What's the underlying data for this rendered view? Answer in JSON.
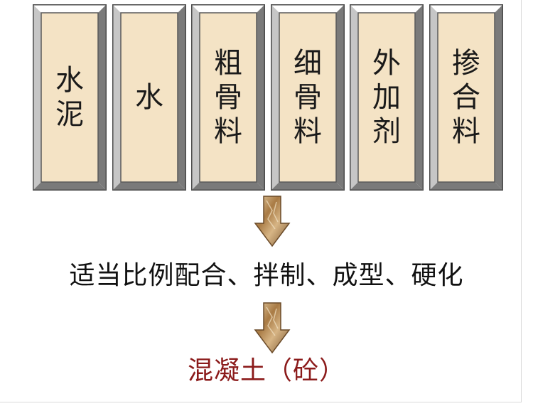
{
  "ingredients": [
    {
      "label": "水\n泥"
    },
    {
      "label": "水"
    },
    {
      "label": "粗\n骨\n料"
    },
    {
      "label": "细\n骨\n料"
    },
    {
      "label": "外\n加\n剂"
    },
    {
      "label": "掺\n合\n料"
    }
  ],
  "process_text": "适当比例配合、拌制、成型、硬化",
  "result_text": "混凝土（砼）",
  "colors": {
    "panel_fill": "#f4e3c5",
    "bevel_light": "#ffffff",
    "bevel_mid": "#c6c6c6",
    "bevel_dark": "#7a7a7a",
    "arrow_fill": "#b98f58",
    "result_text": "#8b1a1a"
  }
}
